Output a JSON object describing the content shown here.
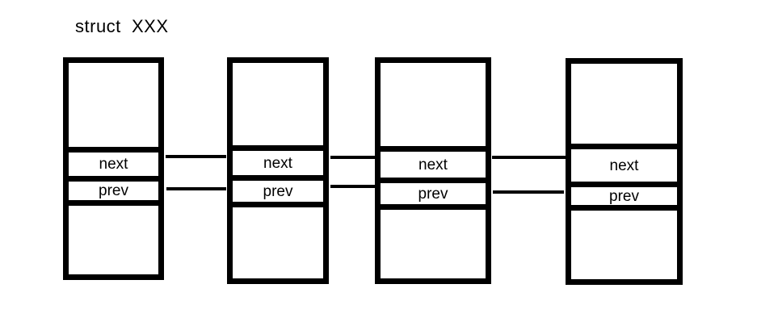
{
  "title": {
    "text": "struct  XXX"
  },
  "colors": {
    "line": "#000000",
    "background": "#ffffff"
  },
  "nodes": [
    {
      "next_label": "next",
      "prev_label": "prev"
    },
    {
      "next_label": "next",
      "prev_label": "prev"
    },
    {
      "next_label": "next",
      "prev_label": "prev"
    },
    {
      "next_label": "next",
      "prev_label": "prev"
    }
  ]
}
